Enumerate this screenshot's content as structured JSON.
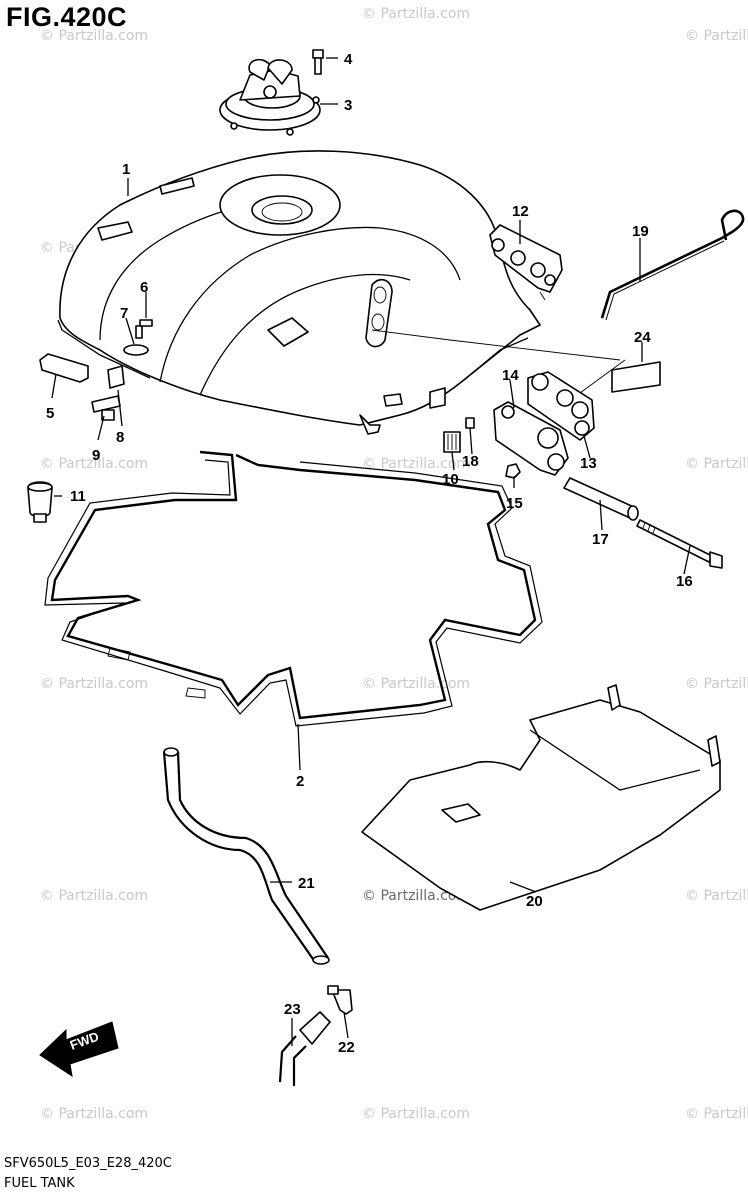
{
  "figure": {
    "title": "FIG.420C",
    "code": "SFV650L5_E03_E28_420C",
    "name": "FUEL TANK"
  },
  "watermark": "© Partzilla.com",
  "fwd_label": "FWD",
  "callouts": [
    {
      "id": "1",
      "label": "1"
    },
    {
      "id": "2",
      "label": "2"
    },
    {
      "id": "3",
      "label": "3"
    },
    {
      "id": "4",
      "label": "4"
    },
    {
      "id": "5",
      "label": "5"
    },
    {
      "id": "6",
      "label": "6"
    },
    {
      "id": "7",
      "label": "7"
    },
    {
      "id": "8",
      "label": "8"
    },
    {
      "id": "9",
      "label": "9"
    },
    {
      "id": "10",
      "label": "10"
    },
    {
      "id": "11",
      "label": "11"
    },
    {
      "id": "12",
      "label": "12"
    },
    {
      "id": "13",
      "label": "13"
    },
    {
      "id": "14",
      "label": "14"
    },
    {
      "id": "15",
      "label": "15"
    },
    {
      "id": "16",
      "label": "16"
    },
    {
      "id": "17",
      "label": "17"
    },
    {
      "id": "18",
      "label": "18"
    },
    {
      "id": "19",
      "label": "19"
    },
    {
      "id": "20",
      "label": "20"
    },
    {
      "id": "21",
      "label": "21"
    },
    {
      "id": "22",
      "label": "22"
    },
    {
      "id": "23",
      "label": "23"
    },
    {
      "id": "24",
      "label": "24"
    }
  ]
}
